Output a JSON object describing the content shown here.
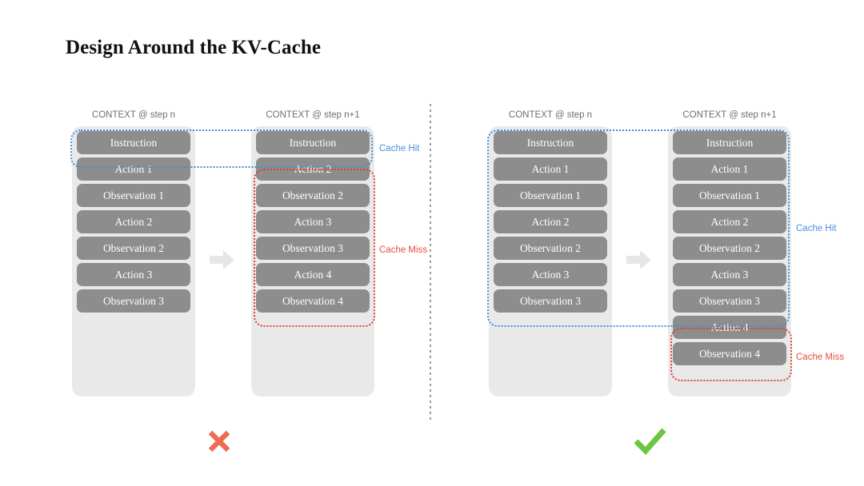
{
  "title": "Design Around the KV-Cache",
  "labels": {
    "step_n": "CONTEXT @ step n",
    "step_n1": "CONTEXT @ step n+1",
    "cache_hit": "Cache Hit",
    "cache_miss": "Cache Miss"
  },
  "colors": {
    "cache_hit": "#4a90d9",
    "cache_miss": "#e2503c",
    "item_fill": "#8d8d8d",
    "container_fill": "#e9e9e9",
    "cross": "#ee6c52",
    "check": "#6cc martin"
  },
  "left_diagram": {
    "verdict": "cross",
    "verdict_glyph": "✕",
    "step_n": {
      "label": "CONTEXT @ step n",
      "items": [
        "Instruction",
        "Action 1",
        "Observation 1",
        "Action 2",
        "Observation 2",
        "Action 3",
        "Observation 3"
      ]
    },
    "step_n1": {
      "label": "CONTEXT @ step n+1",
      "items": [
        "Instruction",
        "Action 2",
        "Observation 2",
        "Action 3",
        "Observation 3",
        "Action 4",
        "Observation 4"
      ],
      "cache_hit_items": [
        "Instruction"
      ],
      "cache_miss_items": [
        "Action 2",
        "Observation 2",
        "Action 3",
        "Observation 3",
        "Action 4",
        "Observation 4"
      ]
    }
  },
  "right_diagram": {
    "verdict": "check",
    "verdict_glyph": "✓",
    "step_n": {
      "label": "CONTEXT @ step n",
      "items": [
        "Instruction",
        "Action 1",
        "Observation 1",
        "Action 2",
        "Observation 2",
        "Action 3",
        "Observation 3"
      ]
    },
    "step_n1": {
      "label": "CONTEXT @ step n+1",
      "items": [
        "Instruction",
        "Action 1",
        "Observation 1",
        "Action 2",
        "Observation 2",
        "Action 3",
        "Observation 3",
        "Action 4",
        "Observation 4"
      ],
      "cache_hit_items": [
        "Instruction",
        "Action 1",
        "Observation 1",
        "Action 2",
        "Observation 2",
        "Action 3",
        "Observation 3"
      ],
      "cache_miss_items": [
        "Action 4",
        "Observation 4"
      ]
    }
  }
}
